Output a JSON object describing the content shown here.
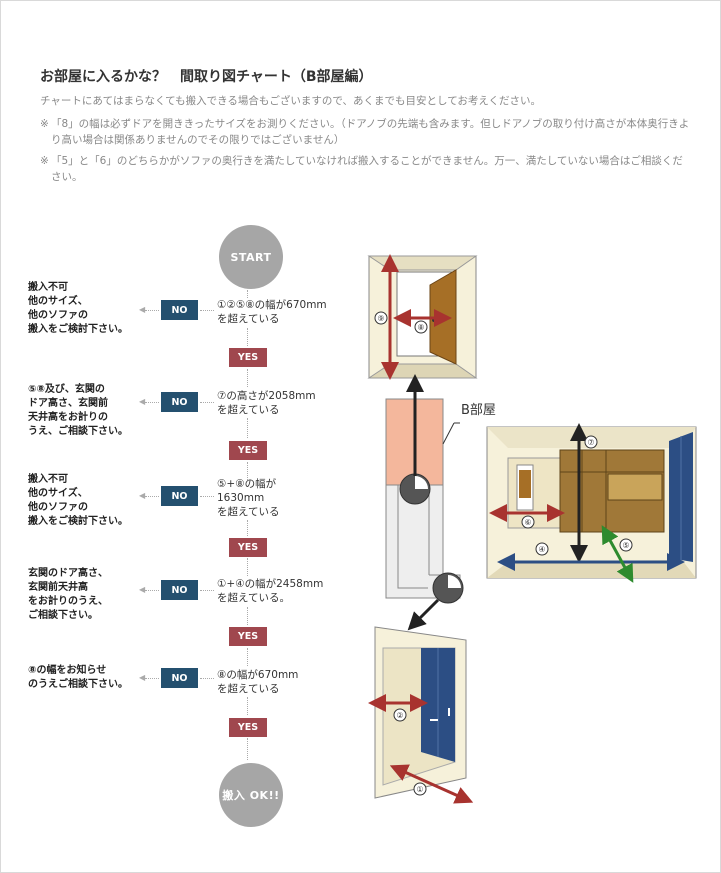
{
  "title": "お部屋に入るかな？　間取り図チャート（B部屋編）",
  "subtitle": "チャートにあてはまらなくても搬入できる場合もございますので、あくまでも目安としてお考えください。",
  "notes": [
    {
      "mark": "※",
      "text": "「8」の幅は必ずドアを開ききったサイズをお測りください。（ドアノブの先端も含みます。但しドアノブの取り付け高さが本体奥行きより高い場合は関係ありませんのでその限りではございません）"
    },
    {
      "mark": "※",
      "text": "「5」と「6」のどちらかがソファの奥行きを満たしていなければ搬入することができません。万一、満たしていない場合はご相談ください。"
    }
  ],
  "flow": {
    "start": "START",
    "end": "搬入 OK!!",
    "yes": "YES",
    "no": "NO",
    "steps": [
      {
        "condition": [
          "①②⑤⑧の幅が670mm",
          "を超えている"
        ],
        "result": [
          "搬入不可",
          "他のサイズ、",
          "他のソファの",
          "搬入をご検討下さい。"
        ]
      },
      {
        "condition": [
          "⑦の高さが2058mm",
          "を超えている"
        ],
        "result": [
          "⑤⑧及び、玄関の",
          "ドア高さ、玄関前",
          "天井高をお計りの",
          "うえ、ご相談下さい。"
        ]
      },
      {
        "condition": [
          "⑤+⑧の幅が",
          "1630mm",
          "を超えている"
        ],
        "result": [
          "搬入不可",
          "他のサイズ、",
          "他のソファの",
          "搬入をご検討下さい。"
        ]
      },
      {
        "condition": [
          "①+④の幅が2458mm",
          "を超えている。"
        ],
        "result": [
          "玄関のドア高さ、",
          "玄関前天井高",
          "をお計りのうえ、",
          "ご相談下さい。"
        ]
      },
      {
        "condition": [
          "⑧の幅が670mm",
          "を超えている"
        ],
        "result": [
          "⑧の幅をお知らせ",
          "のうえご相談下さい。"
        ]
      }
    ]
  },
  "illustration": {
    "room_label": "B部屋",
    "markers": {
      "m1": "①",
      "m2": "②",
      "m4": "④",
      "m5": "⑤",
      "m6": "⑥",
      "m7": "⑦",
      "m8": "⑧",
      "m9": "⑨"
    },
    "colors": {
      "red": "#a8332f",
      "blue": "#2c4e84",
      "green": "#2e8b2e",
      "black": "#222222",
      "salmon": "#f4b79c"
    }
  }
}
